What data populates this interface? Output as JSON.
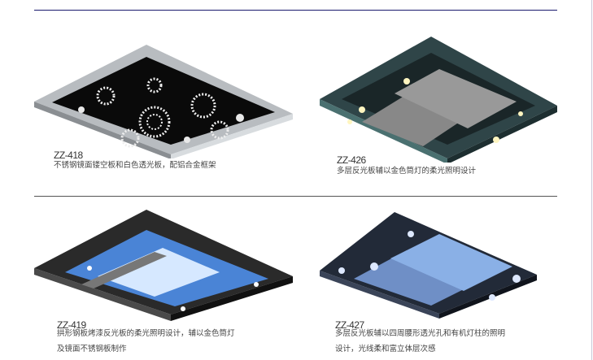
{
  "colors": {
    "rule": "#1a1a6e",
    "divider": "#555555"
  },
  "products": [
    {
      "code": "ZZ-418",
      "desc": [
        "不锈钢镜面镂空板和白色透光板，配铝合金框架"
      ]
    },
    {
      "code": "ZZ-426",
      "desc": [
        "多层反光板辅以金色筒灯的柔光照明设计"
      ]
    },
    {
      "code": "ZZ-419",
      "desc": [
        "拱形钢板烤漆反光板的柔光照明设计，辅以金色筒灯",
        "及镜面不锈钢板制作"
      ]
    },
    {
      "code": "ZZ-427",
      "desc": [
        "多层反光板辅以四周腰形透光孔和有机灯柱的照明",
        "设计，光线柔和富立体层次感"
      ]
    }
  ]
}
